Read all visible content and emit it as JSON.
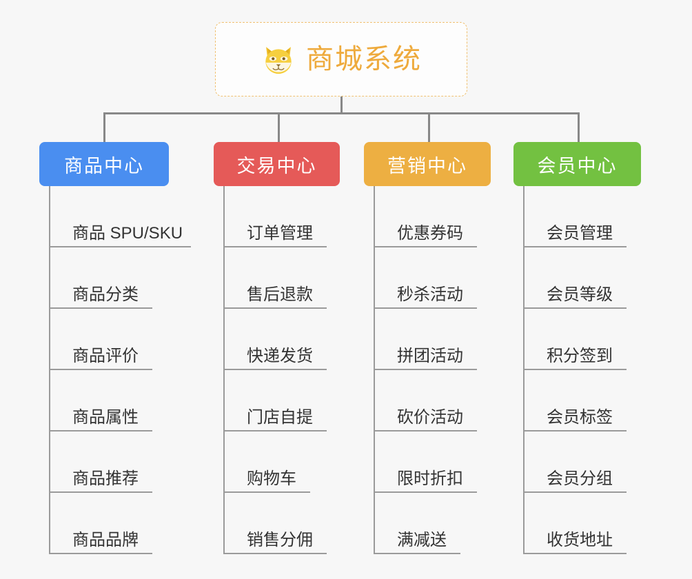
{
  "diagram": {
    "title": "商城系统",
    "root": {
      "label": "商城系统",
      "icon": "shiba-dog-face-icon",
      "border_color": "#f0c070",
      "text_color": "#eeaa3c",
      "background": "#fdfdfd"
    },
    "background_color": "#f7f7f7",
    "connector_color": "#888888",
    "categories": [
      {
        "label": "商品中心",
        "color": "#4a8ef0",
        "items": [
          "商品 SPU/SKU",
          "商品分类",
          "商品评价",
          "商品属性",
          "商品推荐",
          "商品品牌"
        ]
      },
      {
        "label": "交易中心",
        "color": "#e55a58",
        "items": [
          "订单管理",
          "售后退款",
          "快递发货",
          "门店自提",
          "购物车",
          "销售分佣"
        ]
      },
      {
        "label": "营销中心",
        "color": "#edaf42",
        "items": [
          "优惠券码",
          "秒杀活动",
          "拼团活动",
          "砍价活动",
          "限时折扣",
          "满减送"
        ]
      },
      {
        "label": "会员中心",
        "color": "#73c141",
        "items": [
          "会员管理",
          "会员等级",
          "积分签到",
          "会员标签",
          "会员分组",
          "收货地址"
        ]
      }
    ]
  }
}
